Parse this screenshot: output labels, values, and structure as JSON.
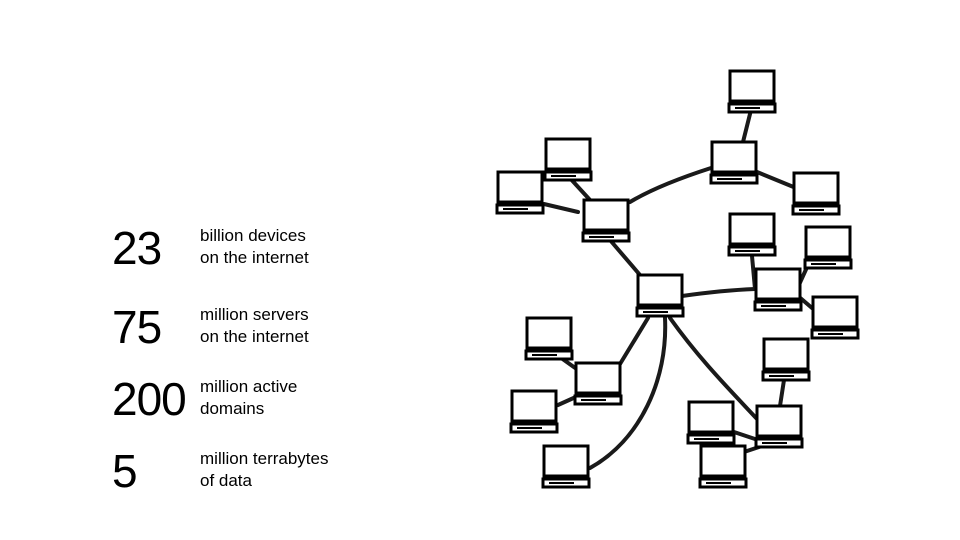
{
  "stats": [
    {
      "number": "23",
      "line1": "billion devices",
      "line2": "on the internet"
    },
    {
      "number": "75",
      "line1": "million servers",
      "line2": "on the internet"
    },
    {
      "number": "200",
      "line1": "million active",
      "line2": "domains"
    },
    {
      "number": "5",
      "line1": "million terrabytes",
      "line2": "of data"
    }
  ],
  "illustration": {
    "icon": "computer-monitor-icon",
    "stroke_color": "#000000"
  }
}
